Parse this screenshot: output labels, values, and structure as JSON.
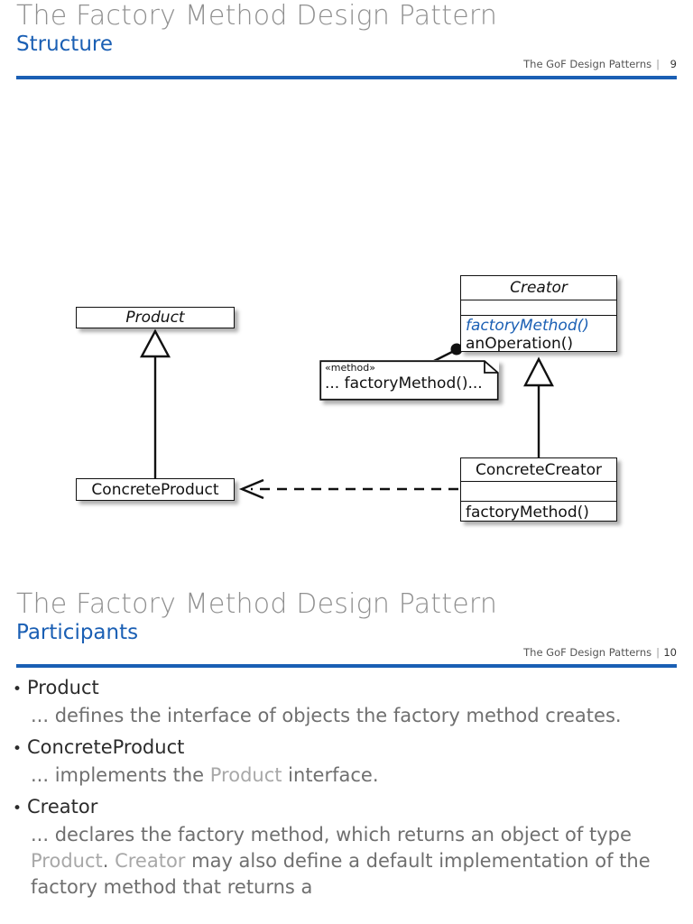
{
  "slides": [
    {
      "title": "The Factory Method Design Pattern",
      "subtitle": "Structure",
      "footer_text": "The GoF Design Patterns",
      "footer_separator": "|",
      "page_number": "9"
    },
    {
      "title": "The Factory Method Design Pattern",
      "subtitle": "Participants",
      "footer_text": "The GoF Design Patterns",
      "footer_separator": "|",
      "page_number": "10"
    }
  ],
  "theme": {
    "accent_blue": "#1a5fb4",
    "title_gray": "#909090",
    "body_gray": "#6f6f6f",
    "term_dark": "#2b2b2b"
  },
  "diagram": {
    "classes": {
      "product": {
        "name": "Product",
        "abstract": true
      },
      "concrete_product": {
        "name": "ConcreteProduct",
        "abstract": false
      },
      "creator": {
        "name": "Creator",
        "abstract": true,
        "attributes": "",
        "operations": [
          {
            "label": "factoryMethod()",
            "abstract": true
          },
          {
            "label": "anOperation()",
            "abstract": false
          }
        ]
      },
      "concrete_creator": {
        "name": "ConcreteCreator",
        "abstract": false,
        "attributes": "",
        "operations": [
          {
            "label": "factoryMethod()",
            "abstract": false
          }
        ]
      }
    },
    "note": {
      "stereotype": "« method »",
      "stereotype_display": "«method»",
      "body": "... factoryMethod()..."
    },
    "relations": [
      {
        "type": "generalization",
        "from": "ConcreteProduct",
        "to": "Product"
      },
      {
        "type": "generalization",
        "from": "ConcreteCreator",
        "to": "Creator"
      },
      {
        "type": "dependency",
        "from": "ConcreteCreator",
        "to": "ConcreteProduct"
      },
      {
        "type": "note-anchor",
        "from": "note",
        "to": "Creator.anOperation()"
      }
    ]
  },
  "participants": [
    {
      "term": "Product",
      "desc_parts": [
        {
          "text": "... defines the interface of objects the factory method creates.",
          "emphasis": false
        }
      ]
    },
    {
      "term": "ConcreteProduct",
      "desc_parts": [
        {
          "text": "... implements the ",
          "emphasis": false
        },
        {
          "text": "Product",
          "emphasis": true
        },
        {
          "text": " interface.",
          "emphasis": false
        }
      ]
    },
    {
      "term": "Creator",
      "desc_parts": [
        {
          "text": "... declares the factory method, which returns an object of type ",
          "emphasis": false
        },
        {
          "text": "Product",
          "emphasis": true
        },
        {
          "text": ". ",
          "emphasis": false
        },
        {
          "text": "Creator",
          "emphasis": true
        },
        {
          "text": " may also define a default implementation of the factory method that returns a",
          "emphasis": false
        }
      ]
    }
  ],
  "bullet_glyph": "•"
}
